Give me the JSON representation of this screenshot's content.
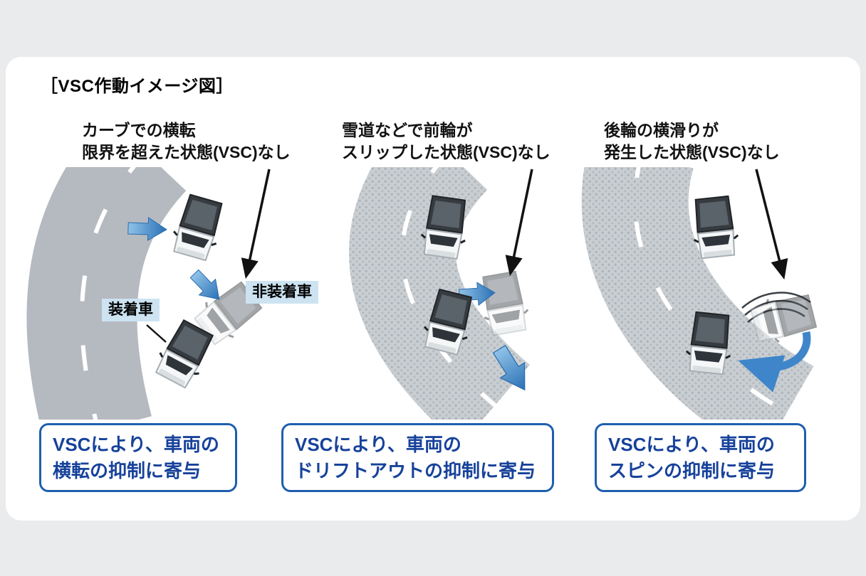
{
  "header": {
    "title": "［VSC作動イメージ図］"
  },
  "panels": [
    {
      "caption": {
        "line1": "カーブでの横転",
        "line2": "限界を超えた状態(VSC)なし"
      },
      "tags": {
        "equipped": "装着車",
        "non_equipped": "非装着車"
      },
      "result": {
        "line1": "VSCにより、車両の",
        "line2": "横転の抑制に寄与"
      }
    },
    {
      "caption": {
        "line1": "雪道などで前輪が",
        "line2": "スリップした状態(VSC)なし"
      },
      "result": {
        "line1": "VSCにより、車両の",
        "line2": "ドリフトアウトの抑制に寄与"
      }
    },
    {
      "caption": {
        "line1": "後輪の横滑りが",
        "line2": "発生した状態(VSC)なし"
      },
      "result": {
        "line1": "VSCにより、車両の",
        "line2": "スピンの抑制に寄与"
      }
    }
  ],
  "icons": {
    "motion_arrow": "blue-direction-arrow",
    "spin_arrow": "blue-curved-spin-arrow",
    "pointer_arrow": "black-pointer-arrow",
    "truck": "flatbed-truck"
  },
  "colors": {
    "background": "#e9ebec",
    "panel": "#ffffff",
    "road": "#b5bac0",
    "snow_road_base": "#c9ced2",
    "snow_road_dot": "#aeb4b9",
    "arrow_blue": "#3e86c9",
    "result_border": "#1e5fae",
    "result_text": "#17429b",
    "tag_background": "#cde3f2"
  }
}
